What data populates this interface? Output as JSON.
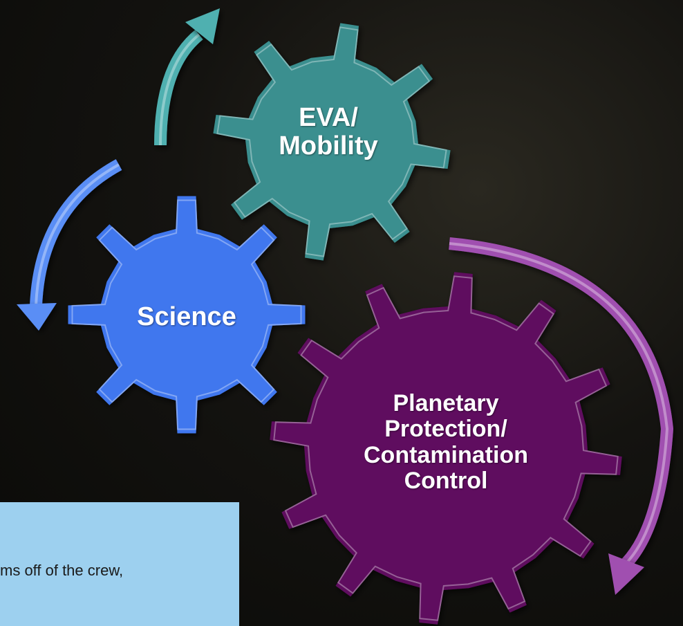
{
  "gears": {
    "eva": {
      "lines": [
        "EVA/",
        "Mobility"
      ],
      "color": "#3a8f8f"
    },
    "science": {
      "lines": [
        "Science"
      ],
      "color": "#3f77ee"
    },
    "pp": {
      "lines": [
        "Planetary",
        "Protection/",
        "Contamination",
        "Control"
      ],
      "color": "#5e0e5e"
    }
  },
  "arrows": {
    "teal": {
      "color": "#4fb0b0"
    },
    "blue": {
      "color": "#5a8ef5"
    },
    "purple": {
      "color": "#a050b0"
    }
  },
  "note": {
    "text": "ms off of the crew,"
  }
}
